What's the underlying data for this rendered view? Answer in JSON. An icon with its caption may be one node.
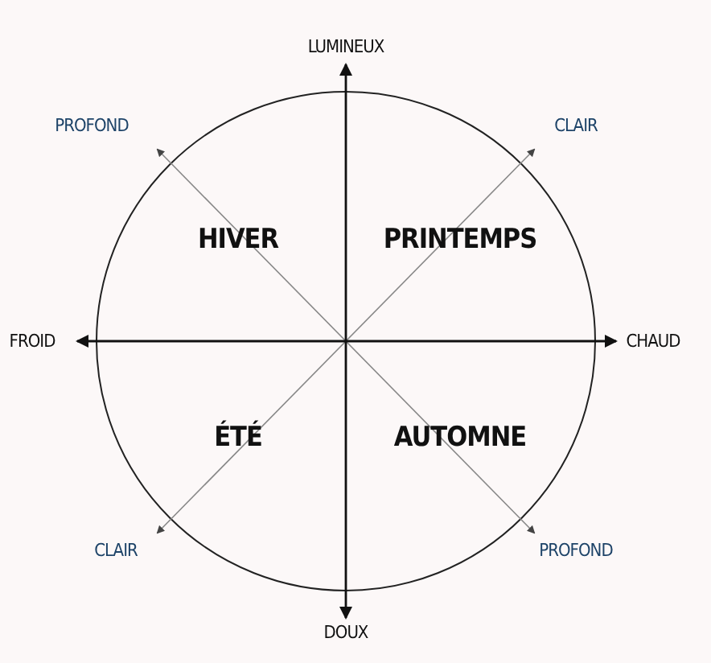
{
  "diagram": {
    "labels": [
      "LUMINEUX",
      "PROFOND",
      "CLAIR",
      "HIVER",
      "PRINTEMPS",
      "FROID",
      "CHAUD",
      "ÉTÉ",
      "AUTOMNE",
      "CLAIR",
      "PROFOND",
      "DOUX"
    ]
  }
}
